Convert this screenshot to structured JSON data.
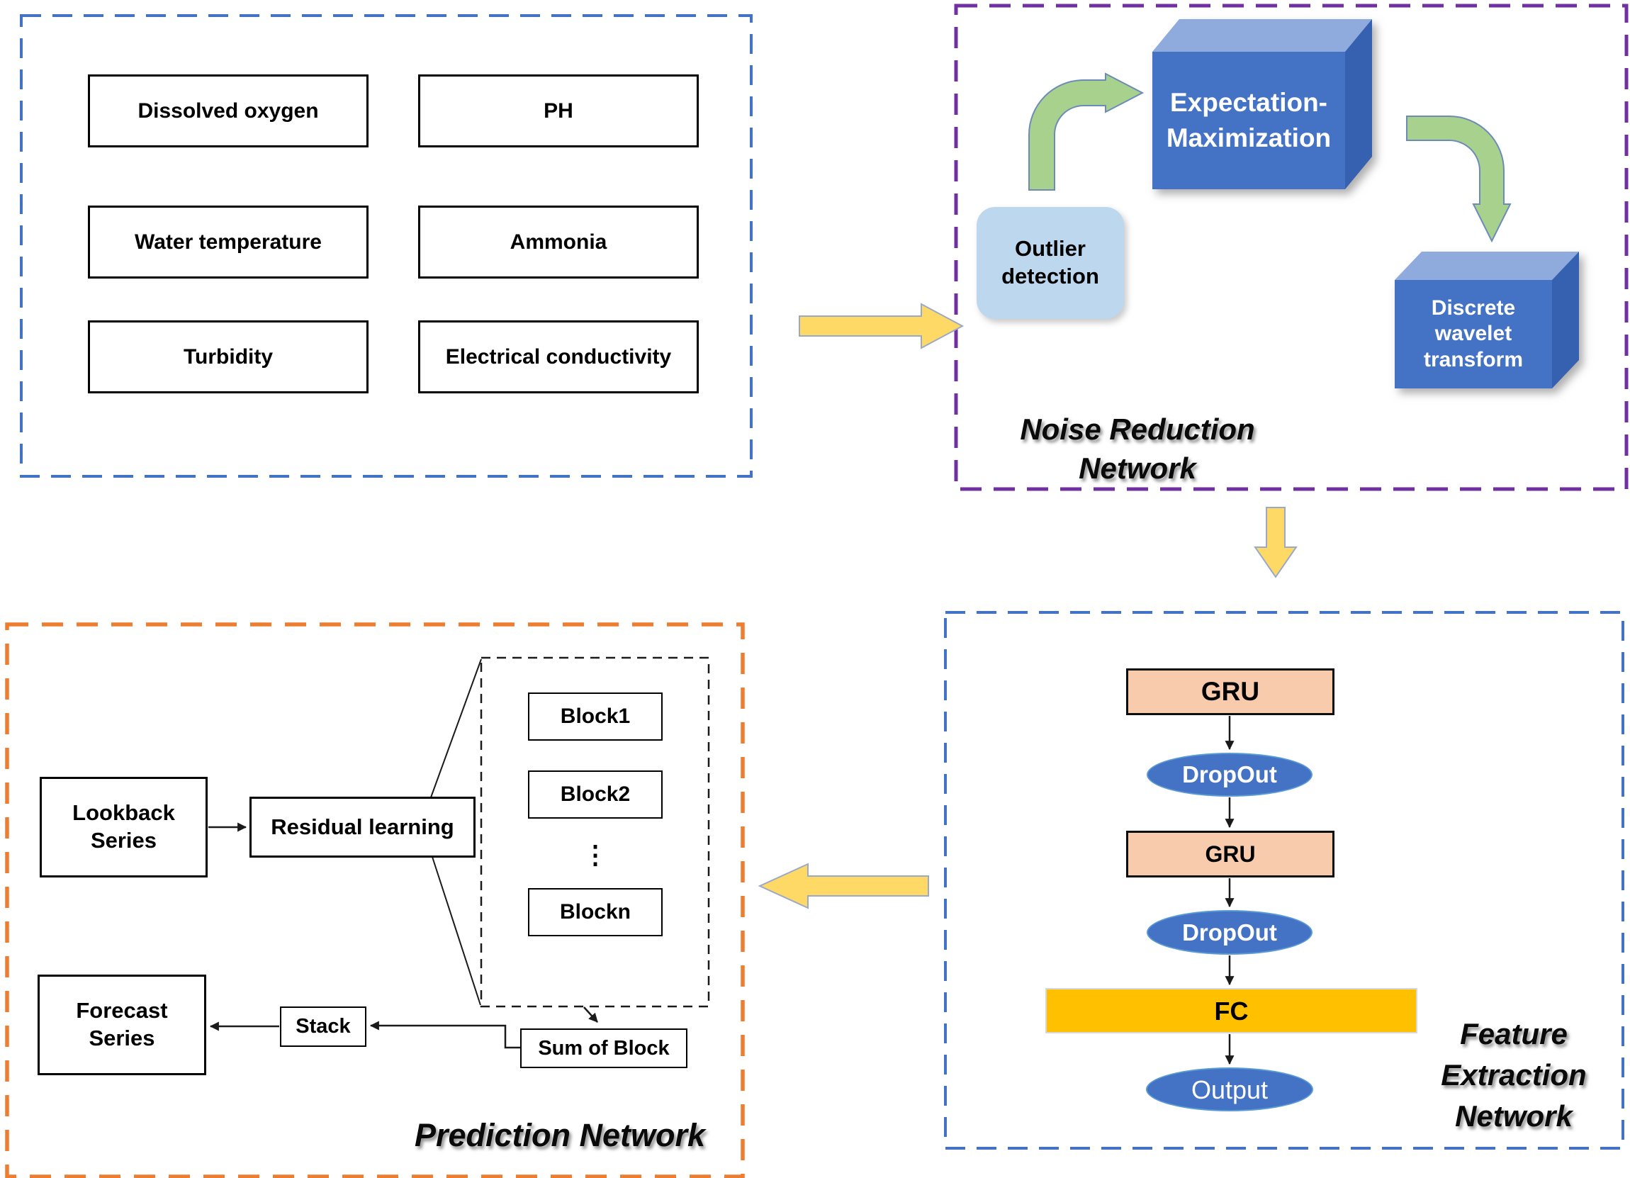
{
  "diagram": {
    "inputs_panel": {
      "boxes": [
        "Dissolved oxygen",
        "PH",
        "Water temperature",
        "Ammonia",
        "Turbidity",
        "Electrical conductivity"
      ]
    },
    "noise_panel": {
      "title": "Noise Reduction\nNetwork",
      "outlier_label": "Outlier\ndetection",
      "em_label": "Expectation-\nMaximization",
      "dwt_label": "Discrete\nwavelet\ntransform"
    },
    "feature_panel": {
      "title": "Feature\nExtraction\nNetwork",
      "gru1_label": "GRU",
      "dropout1_label": "DropOut",
      "gru2_label": "GRU",
      "dropout2_label": "DropOut",
      "fc_label": "FC",
      "output_label": "Output"
    },
    "prediction_panel": {
      "title": "Prediction Network",
      "lookback_label": "Lookback\nSeries",
      "residual_label": "Residual learning",
      "block1_label": "Block1",
      "block2_label": "Block2",
      "ellipsis": "⋮",
      "blockn_label": "Blockn",
      "sum_label": "Sum of Block",
      "stack_label": "Stack",
      "forecast_label": "Forecast\nSeries"
    },
    "colors": {
      "panel_blue": "#4472C4",
      "panel_purple": "#7030A0",
      "panel_orange": "#ED7D31",
      "cube_front": "#4472C4",
      "cube_top": "#8FAADC",
      "cube_side": "#3661B0",
      "outlier_fill": "#BDD7EE",
      "green_arrow_fill": "#A9D18E",
      "yellow_arrow_fill": "#FFD966",
      "gru_fill": "#F8CBAD",
      "node_ellipse_fill": "#4472C4",
      "fc_fill": "#FFC000"
    }
  }
}
